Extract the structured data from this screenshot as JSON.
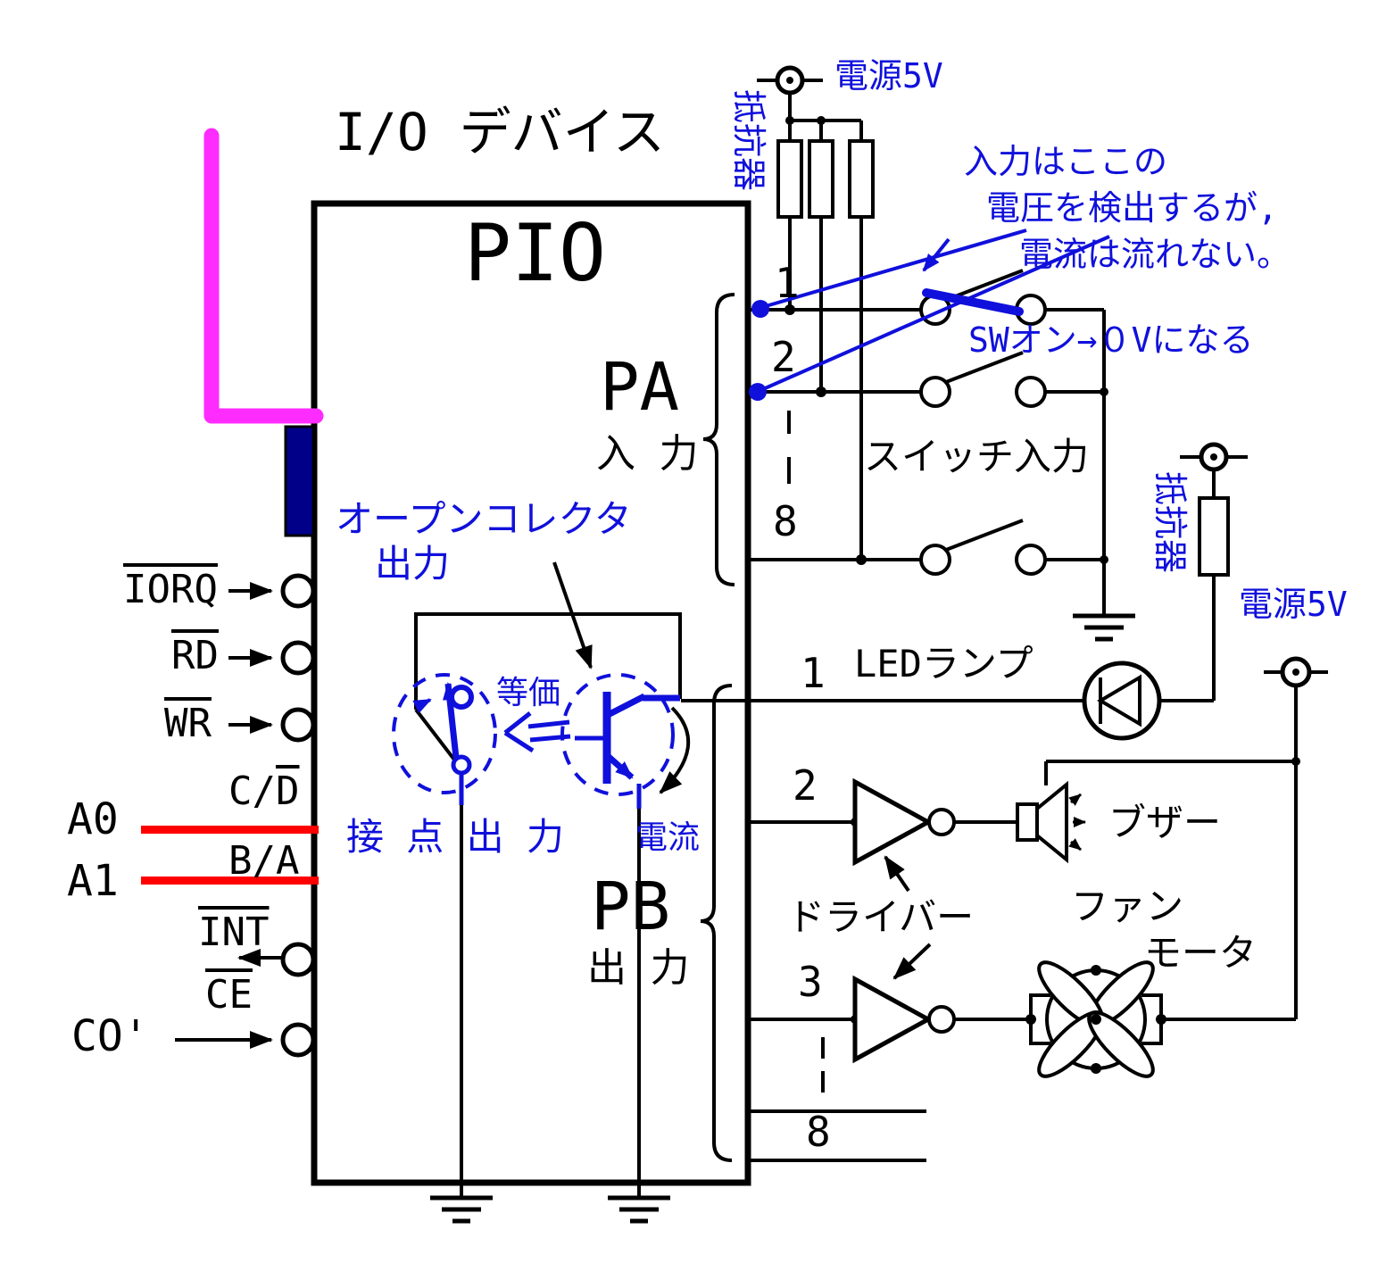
{
  "title": "I/O デバイス",
  "chip": "PIO",
  "colors": {
    "annotation_blue": "#1010dc",
    "magenta_wire": "#ff2cff",
    "navy_block": "#000089",
    "red_wire": "#ff0000",
    "line_black": "#000000"
  },
  "left_pins": {
    "iorq": "IORQ",
    "rd": "RD",
    "wr": "WR",
    "cd_plain": "C/",
    "cd_over": "D",
    "a0": "A0",
    "ba": "B/A",
    "a1": "A1",
    "int": "INT",
    "ce": "CE",
    "co": "CO'"
  },
  "pa": {
    "name": "PA",
    "dir": "入 力",
    "row1": "1",
    "row2": "2",
    "row8": "8"
  },
  "pb": {
    "name": "PB",
    "dir": "出 力",
    "row1": "1",
    "row2": "2",
    "row3": "3",
    "row8": "8"
  },
  "power_top": {
    "label": "電源5V",
    "resistor": "抵抗器"
  },
  "switch_section": {
    "title": "スイッチ入力",
    "sw_note": "SWオン→０Vになる",
    "note1": "入力はここの",
    "note2": "電圧を検出するが,",
    "note3": "電流は流れない。"
  },
  "right_power": {
    "label": "電源5V",
    "resistor": "抵抗器"
  },
  "outputs": {
    "led": "LEDランプ",
    "buzzer": "ブザー",
    "driver": "ドライバー",
    "fan": "ファン",
    "motor": "モータ"
  },
  "equivalent_circuit": {
    "open_collector1": "オープンコレクタ",
    "open_collector2": "出力",
    "equal": "等価",
    "contact_output": "接 点 出 力",
    "current": "電流"
  }
}
